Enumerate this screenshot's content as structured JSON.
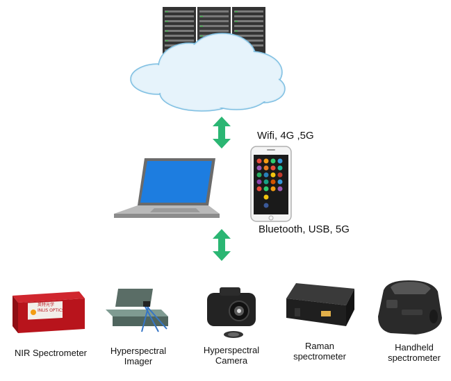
{
  "connections": {
    "cloud_link": "Wifi, 4G ,5G",
    "device_link": "Bluetooth, USB, 5G"
  },
  "devices": [
    {
      "label": "NIR Spectrometer"
    },
    {
      "label": "Hyperspectral Imager"
    },
    {
      "label": "Hyperspectral Camera"
    },
    {
      "label": "Raman spectrometer"
    },
    {
      "label": "Handheld spectrometer"
    }
  ],
  "nir_logo": {
    "line1": "英特光学",
    "line2": "INLIS OPTICS"
  },
  "colors": {
    "arrow": "#2bb673",
    "cloud_fill": "#d7ecf7",
    "cloud_stroke": "#7fbfe2",
    "server": "#3b3b3b",
    "laptop_screen": "#1d7de0",
    "nir_body": "#b8141c"
  }
}
